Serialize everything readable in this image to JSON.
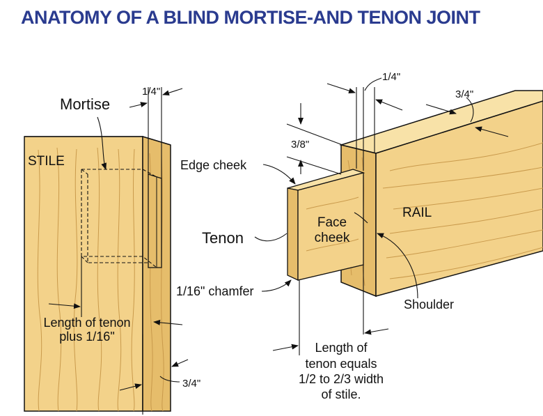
{
  "title": "ANATOMY OF A BLIND MORTISE-AND TENON JOINT",
  "colors": {
    "title": "#2a3b8f",
    "wood_face": "#f3d28a",
    "wood_side": "#e6bd6b",
    "wood_top": "#f8e2a8",
    "grain": "#c99a4c",
    "line": "#111111"
  },
  "labels": {
    "mortise": "Mortise",
    "stile": "STILE",
    "quarter_top_stile": "1/4\"",
    "length_tenon_line1": "Length of tenon",
    "length_tenon_line2": "plus 1/16\"",
    "three_quarter_stile": "3/4\"",
    "quarter_top_rail": "1/4\"",
    "three_quarter_rail": "3/4\"",
    "three_eighths": "3/8\"",
    "edge_cheek": "Edge cheek",
    "tenon": "Tenon",
    "face_cheek_line1": "Face",
    "face_cheek_line2": "cheek",
    "rail": "RAIL",
    "chamfer": "1/16\" chamfer",
    "shoulder": "Shoulder",
    "length_equals_line1": "Length of",
    "length_equals_line2": "tenon equals",
    "length_equals_line3": "1/2 to 2/3 width",
    "length_equals_line4": "of stile."
  }
}
